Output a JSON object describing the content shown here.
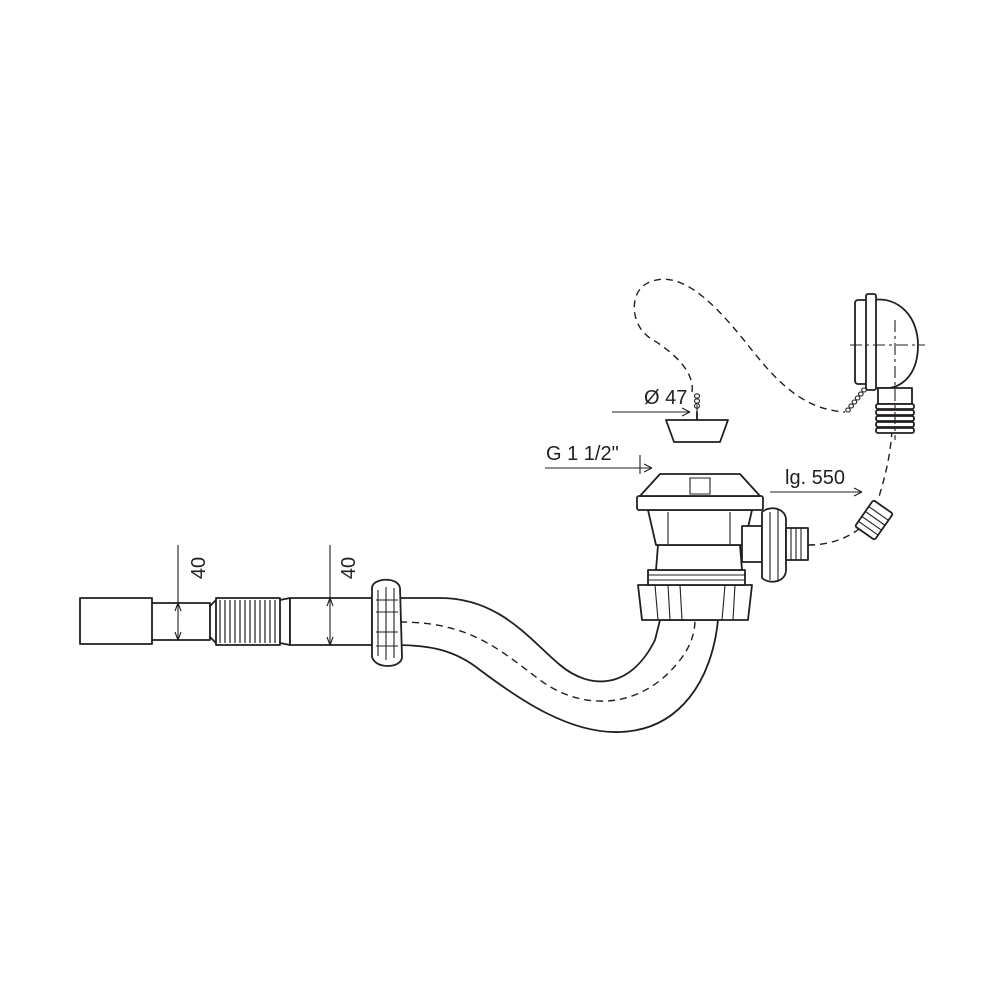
{
  "labels": {
    "dim_left_height": "40",
    "dim_right_height": "40",
    "dim_plug_diameter": "Ø 47",
    "dim_thread": "G 1 1/2\"",
    "dim_chain_length": "lg. 550"
  }
}
